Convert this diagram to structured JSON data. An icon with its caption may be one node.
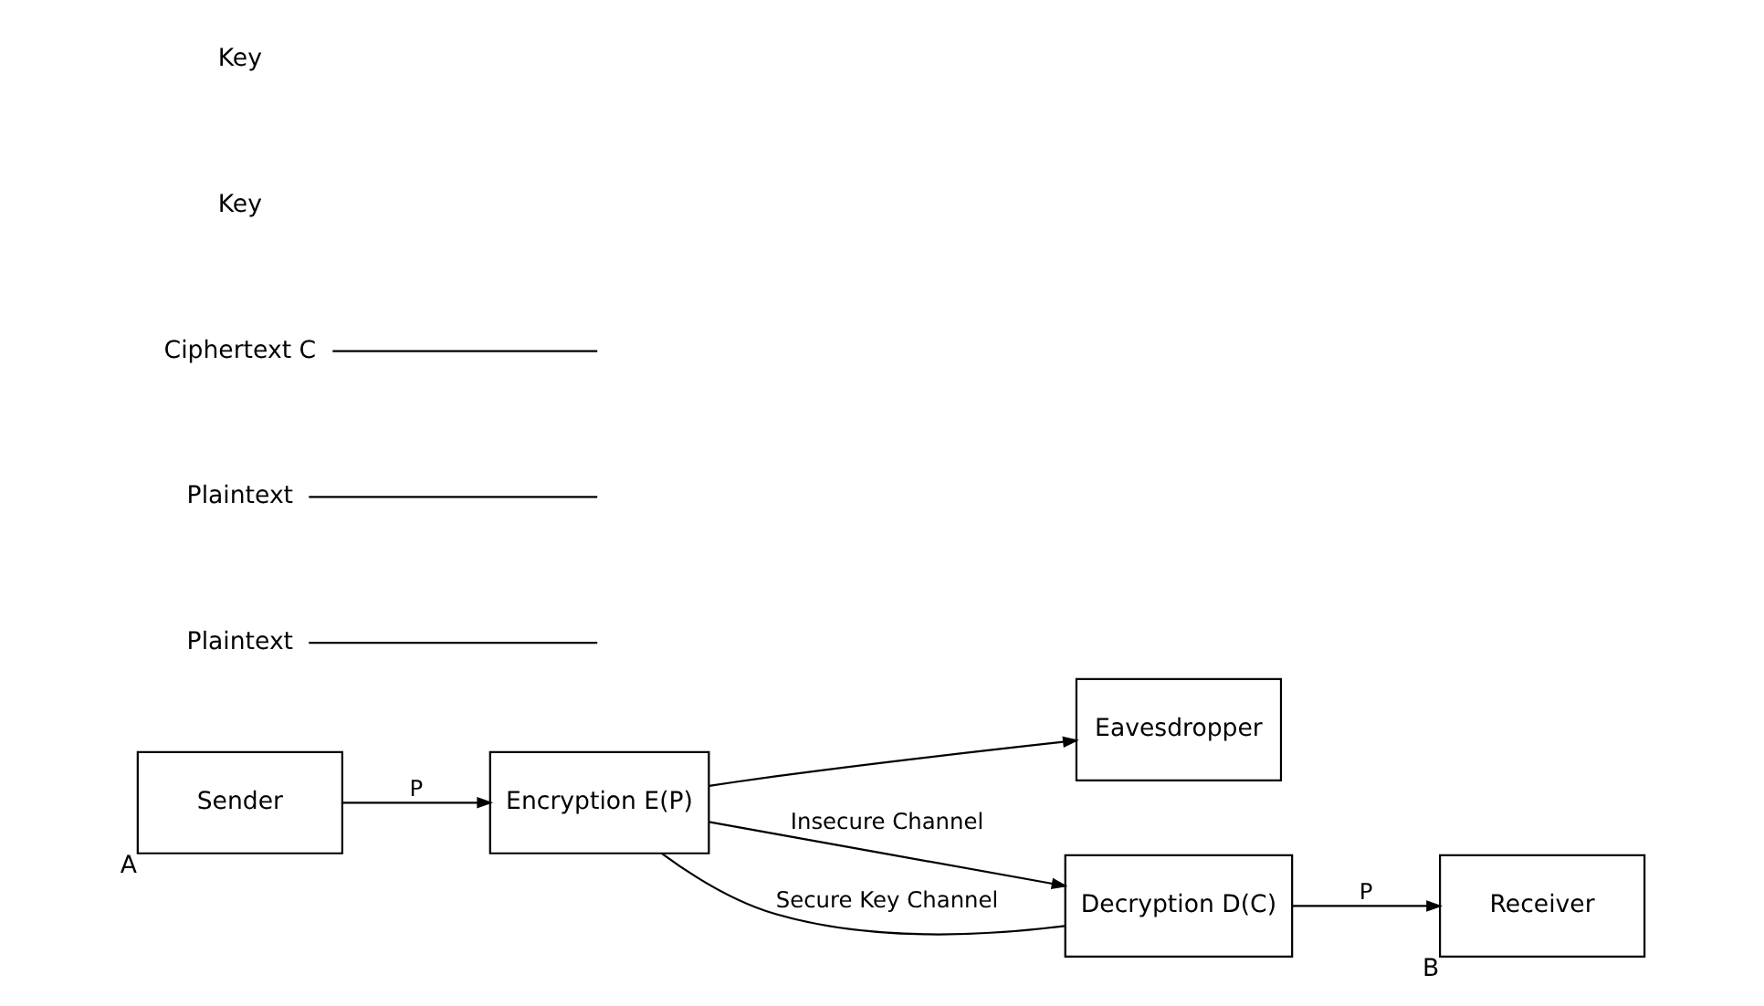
{
  "diagram": {
    "nodes": [
      {
        "text": [
          "Eavesdropper"
        ]
      },
      {
        "text": [
          "Plaintext"
        ]
      },
      {
        "text": [
          "Plaintext"
        ]
      },
      {
        "text": [
          "Sender"
        ],
        "beside": [
          "A"
        ]
      },
      {
        "text": [
          "Encryption E(P)"
        ]
      },
      {
        "text": [
          "Decryption D(C)"
        ]
      },
      {
        "text": [
          "Receiver"
        ],
        "beside": [
          "B"
        ]
      },
      {
        "text": [
          "Ciphertext C"
        ]
      }
    ],
    "edges": [
      {
        "from": 3,
        "to": 4,
        "arrow": "to",
        "label": "P"
      },
      {
        "from": 4,
        "to": 5,
        "arrow": "to",
        "label": "Insecure Channel"
      },
      {
        "from": 4,
        "to": 0,
        "arrow": "to"
      },
      {
        "from": 5,
        "to": 6,
        "arrow": "to",
        "label": "P"
      },
      {
        "from": 4,
        "to": 5,
        "arrow": "none",
        "label": "Secure Key Channel"
      },
      {
        "from": 1,
        "to": null,
        "arrow": "none"
      },
      {
        "from": 2,
        "to": null,
        "arrow": "none"
      },
      {
        "from": 7,
        "to": null,
        "arrow": "none"
      }
    ],
    "labels": [
      "Key",
      "Key"
    ]
  }
}
